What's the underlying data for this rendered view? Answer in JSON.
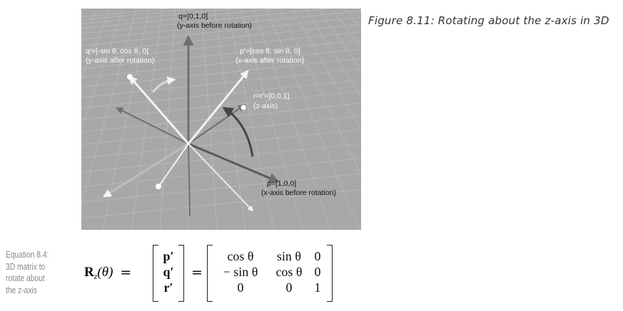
{
  "figure": {
    "labels": {
      "q": "q=[0,1,0]",
      "q_desc": "(y-axis before rotation)",
      "qp": "q'=[-sin θ, cos θ, 0]",
      "qp_desc": "(y-axis after rotation)",
      "pp": "p'=[cos θ, sin θ, 0]",
      "pp_desc": "(x-axis after rotation)",
      "r": "r=r'=[0,0,1]",
      "r_desc": "(z-axis)",
      "p": "p=[1,0,0]",
      "p_desc": "(x-axis before rotation)"
    },
    "colors": {
      "background": "#a9a9a9",
      "grid": "#bcbcbc",
      "axis": "#777777",
      "rotated_axis": "#f2f2f2"
    }
  },
  "caption": "Figure 8.11: Rotating about the z-axis in 3D",
  "equation_label": [
    "Equation 8.4:",
    "3D matrix to",
    "rotate about",
    "the z-axis"
  ],
  "equation": {
    "lhs_R": "R",
    "lhs_sub": "z",
    "lhs_arg": "(θ)",
    "eq": "=",
    "vector": [
      "p′",
      "q′",
      "r′"
    ],
    "matrix": [
      [
        "cos θ",
        "sin θ",
        "0"
      ],
      [
        "− sin θ",
        "cos θ",
        "0"
      ],
      [
        "0",
        "0",
        "1"
      ]
    ]
  }
}
